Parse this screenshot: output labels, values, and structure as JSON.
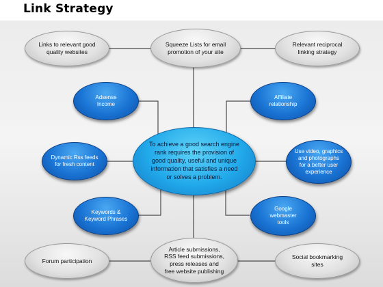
{
  "title": "Link Strategy",
  "center_text": "To achieve a good search engine\nrank requires the provision of\ngood quality, useful and unique\ninformation that satisfies a need\nor solves a problem.",
  "nodes": {
    "top_left": "Links to relevant good\nquality websites",
    "top_center": "Squeeze Lists for email\npromotion of your site",
    "top_right": "Relevant reciprocal\nlinking strategy",
    "adsense": "Adsense\nIncome",
    "affiliate": "Affiliate\nrelationship",
    "dynamic_rss": "Dynamic Rss feeds\nfor fresh content",
    "video": "Use video, graphics\nand photographs\nfor a better user\nexperience",
    "keywords": "Keywords &\nKeyword Phrases",
    "webmaster": "Google\nwebmaster\ntools",
    "bottom_left": "Forum participation",
    "bottom_center": "Article submissions,\nRSS feed submissions,\npress releases and\nfree website publishing",
    "bottom_right": "Social bookmarking\nsites"
  },
  "colors": {
    "gray_node": "#e2e2e2",
    "blue_node": "#1a74d4",
    "center_node": "#21a9ea",
    "connector": "#4a4a4a"
  }
}
